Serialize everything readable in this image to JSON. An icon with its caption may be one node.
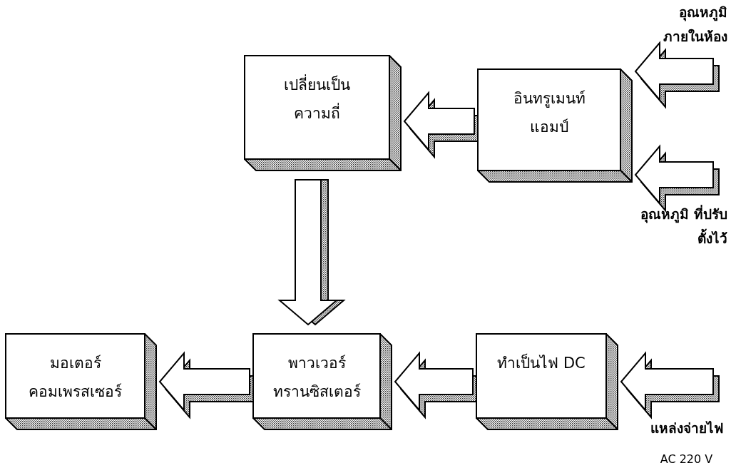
{
  "diagram": {
    "nodes": [
      {
        "text": [
          "เปลี่ยนเป็น ความถี่"
        ]
      },
      {
        "text": [
          "อินทรูเมนท์ แอมป์"
        ]
      },
      {
        "text": [
          "อุณหภูมิ ภายในห้อง"
        ]
      },
      {
        "text": [
          "อุณหภูมิ ที่ปรับตั้งไว้"
        ]
      },
      {
        "text": [
          "มอเตอร์ คอมเพรสเซอร์"
        ]
      },
      {
        "text": [
          "พาวเวอร์ ทรานซิสเตอร์"
        ]
      },
      {
        "text": [
          "ทำเป็นไฟ DC"
        ]
      },
      {
        "text": [
          "แหล่งจ่ายไฟ",
          "AC 220 V"
        ]
      }
    ],
    "edges": [
      {
        "from": 2,
        "to": 1,
        "arrow": "to"
      },
      {
        "from": 3,
        "to": 1,
        "arrow": "to"
      },
      {
        "from": 1,
        "to": 0,
        "arrow": "to"
      },
      {
        "from": 0,
        "to": 5,
        "arrow": "to"
      },
      {
        "from": 5,
        "to": 4,
        "arrow": "to"
      },
      {
        "from": 6,
        "to": 5,
        "arrow": "to"
      },
      {
        "from": 7,
        "to": 6,
        "arrow": "to"
      }
    ]
  }
}
